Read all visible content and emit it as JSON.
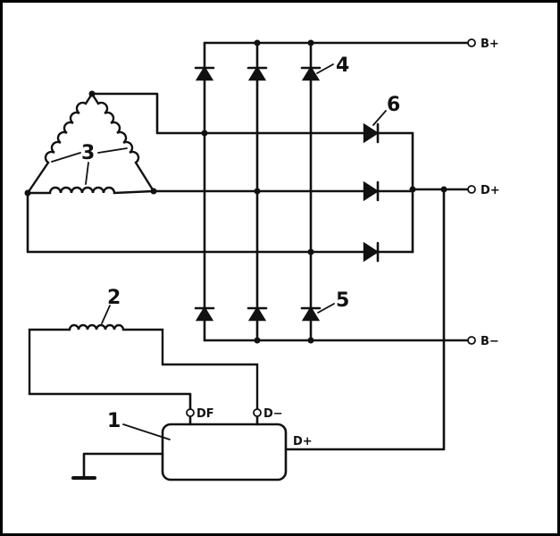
{
  "terminals": {
    "b_plus": "B+",
    "d_plus": "D+",
    "b_minus": "B−",
    "df": "DF",
    "d_minus": "D−",
    "regulator_d_plus": "D+"
  },
  "callouts": {
    "regulator": "1",
    "excitation_winding": "2",
    "stator_windings": "3",
    "positive_diode": "4",
    "negative_diode": "5",
    "exciter_diode": "6"
  },
  "colors": {
    "ink": "#111111",
    "background": "#ffffff",
    "frame": "#000000"
  }
}
